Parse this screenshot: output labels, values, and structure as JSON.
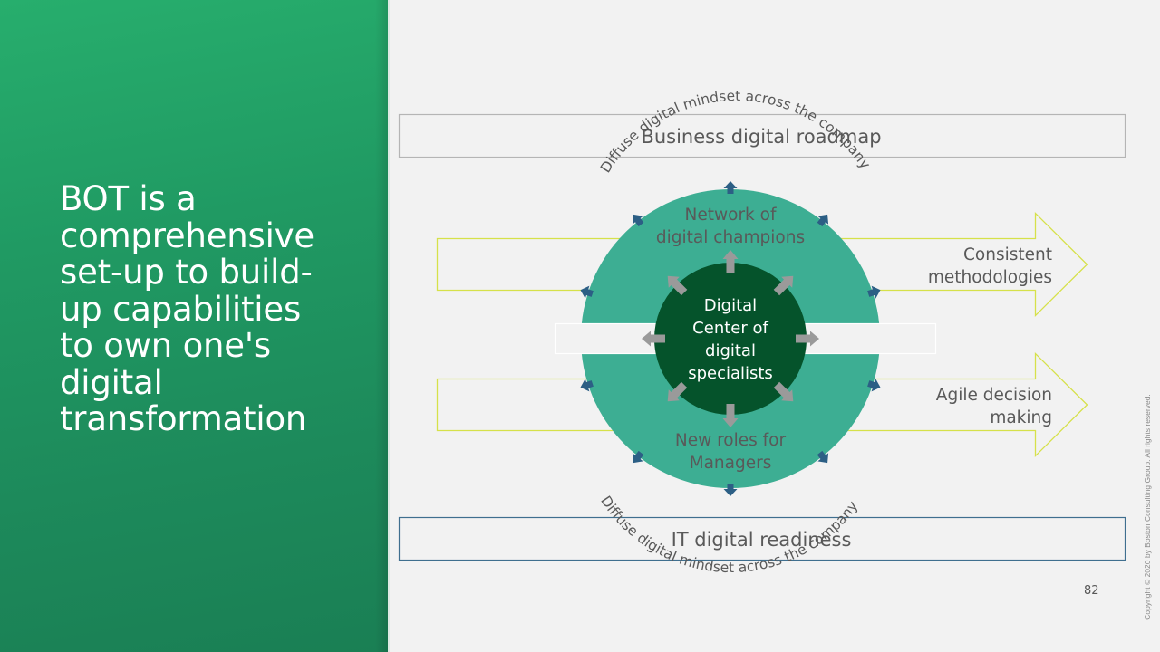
{
  "headline": {
    "lines": [
      "BOT is a",
      "comprehensive",
      "set-up to build-",
      "up capabilities",
      "to own one's",
      "digital",
      "transformation"
    ]
  },
  "diagram": {
    "top_bar_label": "Business digital roadmap",
    "bottom_bar_label": "IT digital readiness",
    "arc_top_text": "Diffuse digital mindset across the company",
    "arc_bottom_text": "Diffuse digital mindset across the company",
    "outer_ring_top_label": [
      "Network of",
      "digital champions"
    ],
    "outer_ring_bottom_label": [
      "New roles for",
      "Managers"
    ],
    "core_label": [
      "Digital",
      "Center of",
      "digital",
      "specialists"
    ],
    "right_arrow_top_label": [
      "Consistent",
      "methodologies"
    ],
    "right_arrow_bottom_label": [
      "Agile decision",
      "making"
    ],
    "colors": {
      "outer_ring": "#3dae93",
      "core": "#05532b",
      "outward_arrows": "#2c5f85",
      "inner_arrows": "#9a9a9a",
      "arrow_outline": "#d6e14a",
      "bottom_bar_border": "#3f6f8f",
      "top_bar_border": "#b5b5b5"
    }
  },
  "footer": {
    "page_number": "82",
    "copyright": "Copyright © 2020 by Boston Consulting Group. All rights reserved."
  }
}
